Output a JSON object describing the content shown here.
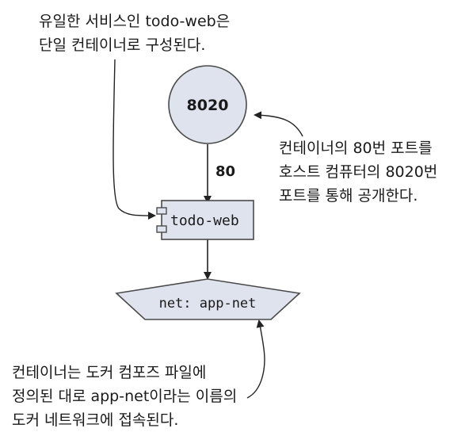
{
  "diagram": {
    "port_node": {
      "label": "8020"
    },
    "edge_port": {
      "label": "80"
    },
    "service": {
      "label": "todo-web"
    },
    "network": {
      "label": "net: app-net"
    }
  },
  "annotations": {
    "top_left": {
      "lines": [
        "유일한 서비스인 todo-web은",
        "단일 컨테이너로 구성된다."
      ]
    },
    "right": {
      "lines": [
        "컨테이너의 80번 포트를",
        "호스트 컴퓨터의 8020번",
        "포트를 통해 공개한다."
      ]
    },
    "bottom_left": {
      "lines": [
        "컨테이너는 도커 컴포즈 파일에",
        "정의된 대로 app-net이라는 이름의",
        "도커 네트워크에 접속된다."
      ]
    }
  },
  "colors": {
    "node_fill": "#dfe3ee",
    "stroke": "#4a4a4a",
    "line": "#222222",
    "text": "#1a1a1a"
  }
}
